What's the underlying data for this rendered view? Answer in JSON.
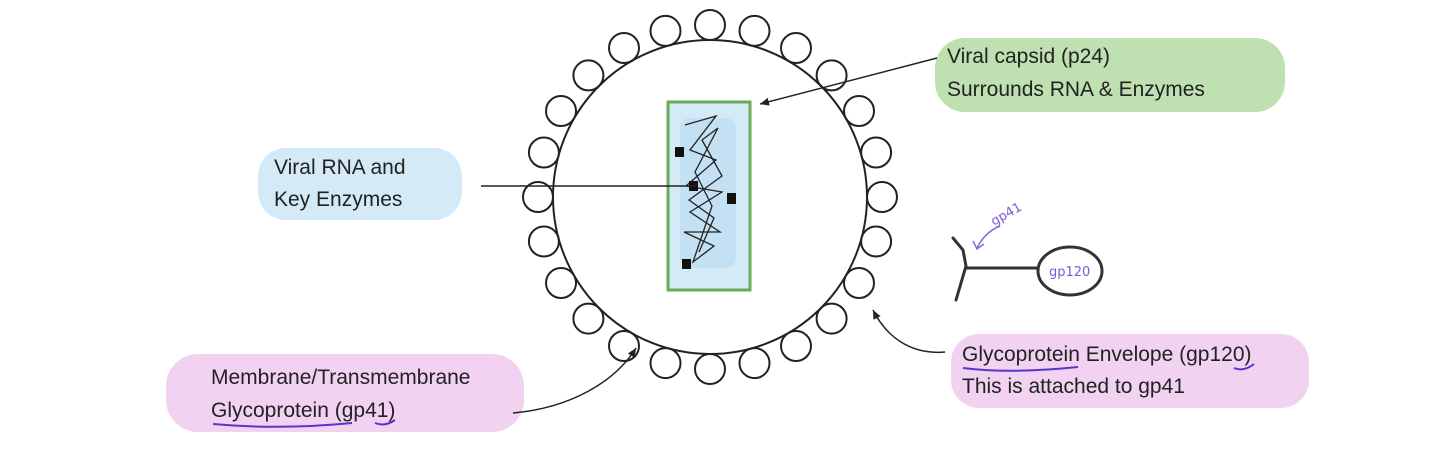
{
  "labels": {
    "capsid": {
      "line1": "Viral capsid (p24)",
      "line2": "Surrounds RNA & Enzymes"
    },
    "rna": {
      "line1": "Viral RNA and",
      "line2": "Key Enzymes"
    },
    "membrane": {
      "line1": "Membrane/Transmembrane",
      "line2_word": "Glycoprotein",
      "line2_rest": " (gp41)"
    },
    "envelope": {
      "line1_word": "Glycoprotein",
      "line1_rest": " Envelope (gp120)",
      "line2": "This is attached to gp41"
    }
  },
  "inset": {
    "gp41_note": "gp41",
    "gp120_note": "gp120"
  },
  "colors": {
    "outline": "#222222",
    "capsid_border": "#6aab5a",
    "capsid_highlight": "#bfe0b1",
    "rna_highlight": "#d4ebf7",
    "membrane_highlight": "#f1d2f1",
    "handwriting": "#7a5ad8",
    "underline": "#5a35c8"
  }
}
